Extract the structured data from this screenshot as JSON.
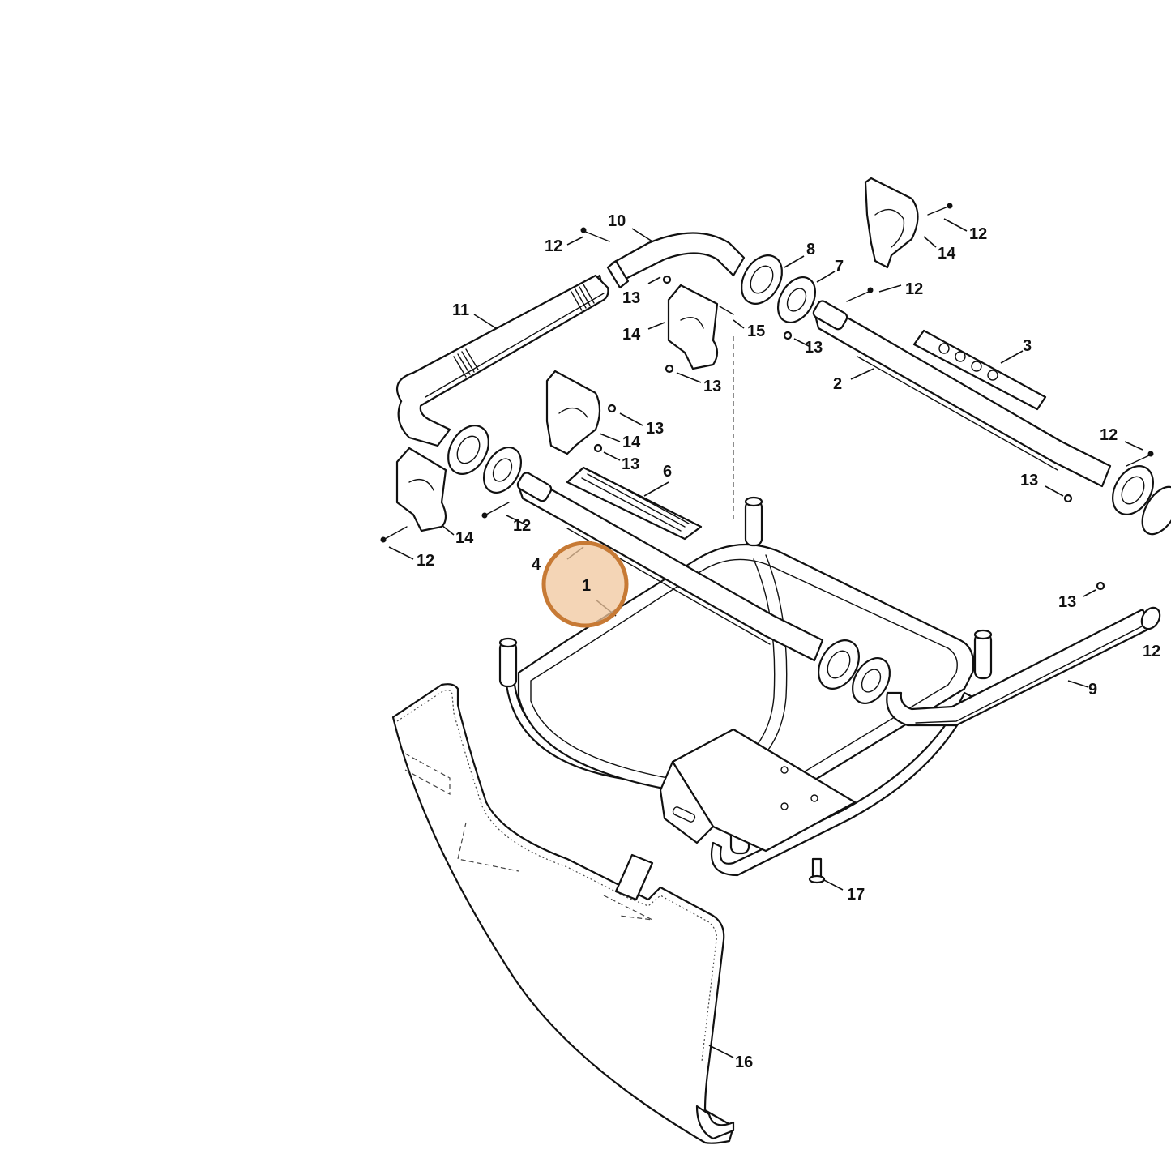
{
  "highlight": {
    "color": "#c77a35",
    "fill": "#f0c79e"
  },
  "callouts": [
    {
      "id": "c1",
      "text": "1"
    },
    {
      "id": "c2",
      "text": "2"
    },
    {
      "id": "c3",
      "text": "3"
    },
    {
      "id": "c4",
      "text": "4"
    },
    {
      "id": "c6",
      "text": "6"
    },
    {
      "id": "c7",
      "text": "7"
    },
    {
      "id": "c8",
      "text": "8"
    },
    {
      "id": "c9",
      "text": "9"
    },
    {
      "id": "c10",
      "text": "10"
    },
    {
      "id": "c11",
      "text": "11"
    },
    {
      "id": "c12a",
      "text": "12"
    },
    {
      "id": "c12b",
      "text": "12"
    },
    {
      "id": "c12c",
      "text": "12"
    },
    {
      "id": "c12d",
      "text": "12"
    },
    {
      "id": "c12e",
      "text": "12"
    },
    {
      "id": "c12f",
      "text": "12"
    },
    {
      "id": "c12g",
      "text": "12"
    },
    {
      "id": "c13a",
      "text": "13"
    },
    {
      "id": "c13b",
      "text": "13"
    },
    {
      "id": "c13c",
      "text": "13"
    },
    {
      "id": "c13d",
      "text": "13"
    },
    {
      "id": "c13e",
      "text": "13"
    },
    {
      "id": "c13f",
      "text": "13"
    },
    {
      "id": "c13g",
      "text": "13"
    },
    {
      "id": "c14a",
      "text": "14"
    },
    {
      "id": "c14b",
      "text": "14"
    },
    {
      "id": "c14c",
      "text": "14"
    },
    {
      "id": "c14d",
      "text": "14"
    },
    {
      "id": "c15",
      "text": "15"
    },
    {
      "id": "c16",
      "text": "16"
    },
    {
      "id": "c17",
      "text": "17"
    }
  ]
}
